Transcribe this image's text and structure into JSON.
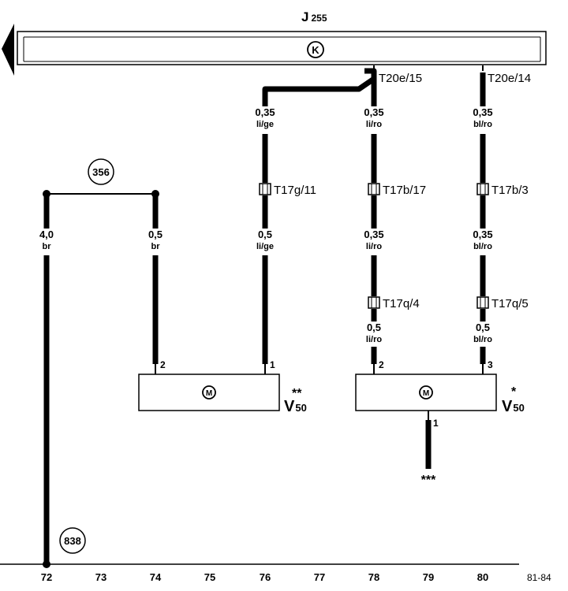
{
  "control_unit": {
    "name": "J",
    "sub": "255",
    "symbol": "K"
  },
  "connectors": {
    "top_76": "T20e/15",
    "top_80": "T20e/14",
    "mid_76": "T17g/11",
    "mid_78": "T17b/17",
    "mid_80": "T17b/3",
    "low_78": "T17q/4",
    "low_80": "T17q/5"
  },
  "wires": {
    "w76_top": {
      "size": "0,35",
      "color": "li/ge"
    },
    "w78_top": {
      "size": "0,35",
      "color": "li/ro"
    },
    "w80_top": {
      "size": "0,35",
      "color": "bl/ro"
    },
    "w72": {
      "size": "4,0",
      "color": "br"
    },
    "w74": {
      "size": "0,5",
      "color": "br"
    },
    "w76_mid": {
      "size": "0,5",
      "color": "li/ge"
    },
    "w78_mid": {
      "size": "0,35",
      "color": "li/ro"
    },
    "w80_mid": {
      "size": "0,35",
      "color": "bl/ro"
    },
    "w78_low": {
      "size": "0,5",
      "color": "li/ro"
    },
    "w80_low": {
      "size": "0,5",
      "color": "bl/ro"
    }
  },
  "refs": {
    "r356": "356",
    "r838": "838"
  },
  "components": {
    "left": {
      "name": "V",
      "sub": "50",
      "mark": "**",
      "symbol": "M",
      "pins": [
        "2",
        "1"
      ]
    },
    "right": {
      "name": "V",
      "sub": "50",
      "mark": "*",
      "symbol": "M",
      "pins": [
        "2",
        "3"
      ],
      "bottom_pin": "1",
      "bottom_mark": "***"
    }
  },
  "grid_numbers": [
    "72",
    "73",
    "74",
    "75",
    "76",
    "77",
    "78",
    "79",
    "80"
  ],
  "page_code": "81-84"
}
